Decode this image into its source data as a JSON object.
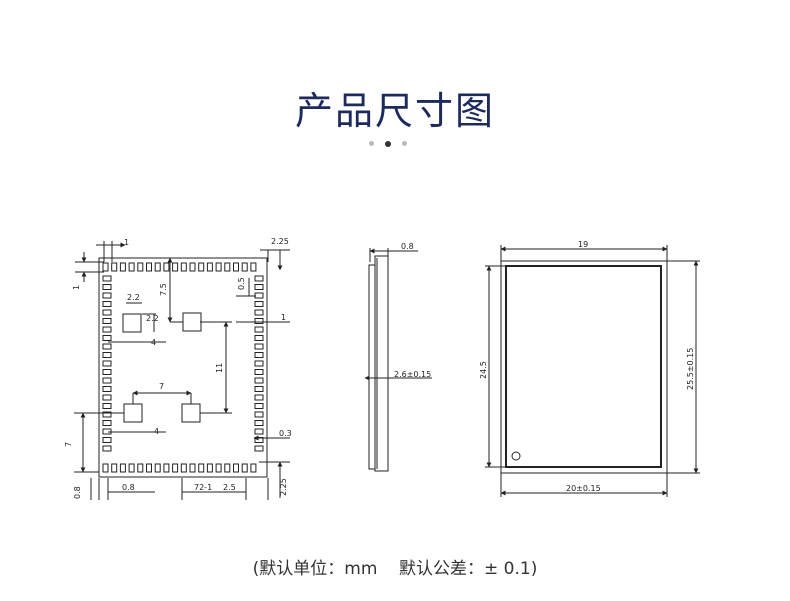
{
  "title": "产品尺寸图",
  "colors": {
    "title": "#1c2a5c",
    "line": "#222222",
    "dot_active": "#333333",
    "dot_idle": "#bbbbbb"
  },
  "top_view": {
    "dims": {
      "d1": "1",
      "d225_top": "2.25",
      "d1_left": "1",
      "d22a": "2.2",
      "d22b": "2.2",
      "d75": "7.5",
      "d05": "0.5",
      "d1_right": "1",
      "d4a": "4",
      "d11": "11",
      "d7_top": "7",
      "d4b": "4",
      "d7_left": "7",
      "d03": "0.3",
      "d08_left": "0.8",
      "d08_bottom": "0.8",
      "d72": "72-1",
      "d25": "2.5",
      "d225_bottom": "2.25"
    }
  },
  "side_view": {
    "dims": {
      "thickness_top": "0.8",
      "thickness": "2.6±0.15"
    }
  },
  "shield_view": {
    "dims": {
      "inner_width": "19",
      "inner_height": "24.5",
      "outer_height": "25.5±0.15",
      "outer_width": "20±0.15"
    }
  },
  "note": {
    "unit_text": "(默认单位：mm",
    "tolerance_text": "默认公差：± 0.1)"
  }
}
